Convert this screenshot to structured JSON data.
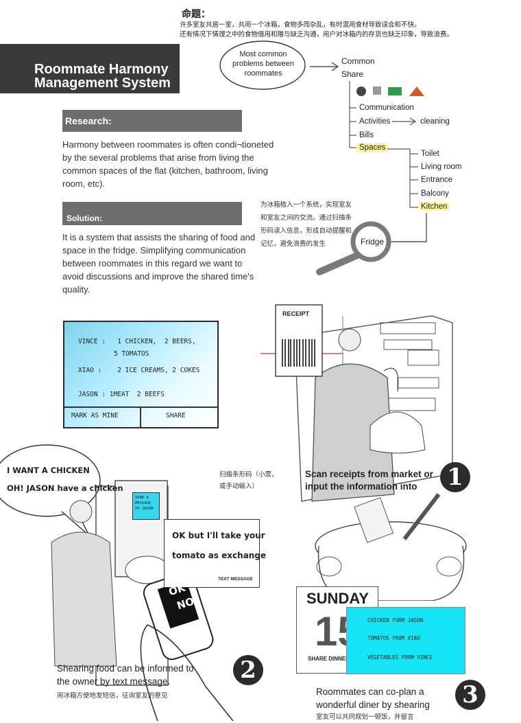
{
  "topic": {
    "heading": "命题：",
    "line1": "许多室友共居一室，共用一个冰箱，食物多而杂乱，有时混用食材导致误会和不快。",
    "line2": "还有情况下情理之中的食物借用和赠与缺乏沟通，用户对冰箱内的存货也缺乏印象，导致浪费。"
  },
  "title": {
    "line1": "Roommate Harmony",
    "line2": "Management System"
  },
  "mindmap": {
    "bubble": "Most common problems between roommates",
    "root_line1": "Common",
    "root_line2": "Share",
    "branches": [
      "Communication",
      "Activities",
      "Bills",
      "Spaces"
    ],
    "activities_target": "cleaning",
    "spaces": [
      "Toilet",
      "Living room",
      "Entrance",
      "Balcony",
      "Kitchen"
    ],
    "fridge_label": "Fridge",
    "fridge_note": "为冰箱植入一个系统，实现室友和室友之间的交流。通过扫描条形码读入信息，形成自动提醒和记忆，避免浪费的发生"
  },
  "research": {
    "heading": "Research:",
    "text": "Harmony between roommates is often condi¬tioneted by the several problems that arise from living the common spaces of the flat (kitchen, bathroom, living room, etc)."
  },
  "solution": {
    "heading": "Solution:",
    "text": "It is a system that assists the sharing of food and space in the fridge. Simplifying communication between roommates in this regard we want to avoid discussions and improve the shared time's quality."
  },
  "screen1": {
    "line1": "VINCE :   1 CHICKEN,  2 BEERS,",
    "line2": "5 TOMATOS",
    "line3": "XIAO :    2 ICE CREAMS, 2 COKES",
    "line4": "JASON : 1MEAT  2 BEEFS",
    "btn_mark": "MARK AS MINE",
    "btn_share": "SHARE"
  },
  "receipt": {
    "label": "RECEIPT"
  },
  "step1": {
    "number": "1",
    "caption": "Scan receipts from market or input the information into",
    "note": "扫描条形码（小票，或手动输入）"
  },
  "step2": {
    "number": "2",
    "speech1": "I WANT A CHICKEN",
    "speech2": "OH!  JASON have a chicken",
    "mini_screen": "SEND A MESSAGE TO JASON",
    "reply1": "OK but I'll take your",
    "reply2": "tomato as exchange",
    "reply_tag": "TEXT MESSAGE",
    "phone_ok": "OK",
    "phone_no": "NO",
    "caption": "Shearing food can be informed to the owner by text message.",
    "note": "用冰箱方便地发短信，征询室友的意见"
  },
  "step3": {
    "number": "3",
    "calendar_day": "SUNDAY",
    "calendar_date": "15",
    "calendar_note": "SHARE DINNER",
    "screen_line1": "CHICKEN FORM JASON",
    "screen_line2": "TOMATOS FROM XIAO",
    "screen_line3": "VEGETABLES FORM VINCE",
    "caption": "Roommates can co-plan a wonderful diner by shearing",
    "note": "室友可以共同规划一顿饭，并留言"
  },
  "colors": {
    "highlight": "#fff59a",
    "title_bg": "#3a3a3a",
    "section_bg": "#6e6e6e",
    "screen_cyan": "#16e4f4"
  }
}
